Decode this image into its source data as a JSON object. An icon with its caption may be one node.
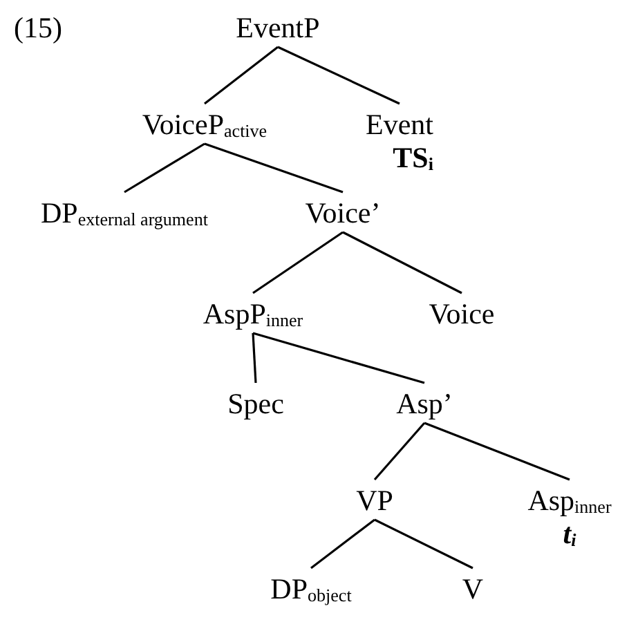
{
  "diagram": {
    "nodes": [
      {
        "text": [
          "EventP"
        ]
      },
      {
        "text": [
          "VoiceP$_{active}$"
        ]
      },
      {
        "text": [
          "Event",
          "TS$_{i}$"
        ]
      },
      {
        "text": [
          "DP$_{external argument}$"
        ]
      },
      {
        "text": [
          "Voice’"
        ]
      },
      {
        "text": [
          "AspP$_{inner}$"
        ]
      },
      {
        "text": [
          "Voice"
        ]
      },
      {
        "text": [
          "Spec"
        ]
      },
      {
        "text": [
          "Asp’"
        ]
      },
      {
        "text": [
          "VP"
        ]
      },
      {
        "text": [
          "Asp$_{inner}$",
          "t$_{i}$"
        ]
      },
      {
        "text": [
          "DP$_{object}$"
        ]
      },
      {
        "text": [
          "V"
        ]
      }
    ],
    "edges": [
      {
        "from": 0,
        "to": 1,
        "arrow": "none"
      },
      {
        "from": 0,
        "to": 2,
        "arrow": "none"
      },
      {
        "from": 1,
        "to": 3,
        "arrow": "none"
      },
      {
        "from": 1,
        "to": 4,
        "arrow": "none"
      },
      {
        "from": 4,
        "to": 5,
        "arrow": "none"
      },
      {
        "from": 4,
        "to": 6,
        "arrow": "none"
      },
      {
        "from": 5,
        "to": 7,
        "arrow": "none"
      },
      {
        "from": 5,
        "to": 8,
        "arrow": "none"
      },
      {
        "from": 8,
        "to": 9,
        "arrow": "none"
      },
      {
        "from": 8,
        "to": 10,
        "arrow": "none"
      },
      {
        "from": 9,
        "to": 11,
        "arrow": "none"
      },
      {
        "from": 9,
        "to": 12,
        "arrow": "none"
      }
    ],
    "labels": [
      "(15)"
    ]
  }
}
